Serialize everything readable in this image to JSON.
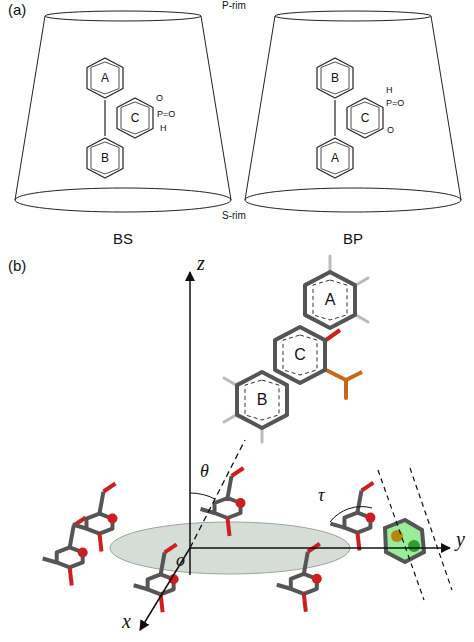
{
  "diagram": {
    "nodes": [
      {
        "text": [
          "BS"
        ]
      },
      {
        "text": [
          "A"
        ],
        "in": 0
      },
      {
        "text": [
          "C"
        ],
        "in": 0
      },
      {
        "text": [
          "B"
        ],
        "in": 0
      },
      {
        "text": [
          "BP"
        ]
      },
      {
        "text": [
          "B"
        ],
        "in": 4
      },
      {
        "text": [
          "C"
        ],
        "in": 4
      },
      {
        "text": [
          "A"
        ],
        "in": 4
      },
      {
        "text": [
          "A"
        ]
      },
      {
        "text": [
          "C"
        ]
      },
      {
        "text": [
          "B"
        ]
      }
    ],
    "labels": [
      "(a)",
      "P-rim",
      "S-rim",
      "O",
      "P=O",
      "H",
      "H",
      "P=O",
      "O",
      "(b)",
      "z",
      "θ",
      "o",
      "τ",
      "y",
      "x"
    ]
  }
}
